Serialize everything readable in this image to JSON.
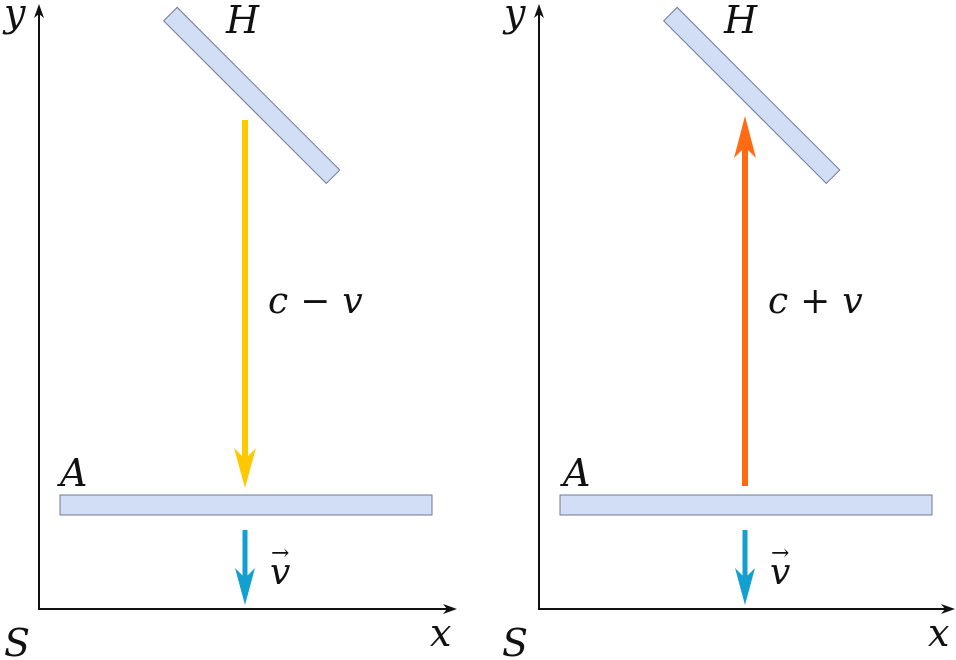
{
  "colors": {
    "axis": "#111111",
    "mirror_fill": "#d2def5",
    "mirror_stroke": "#6c7a99",
    "beam_down": "#ffc800",
    "beam_up": "#ff6a12",
    "velocity": "#139fd0"
  },
  "panels": [
    {
      "axis_y": "y",
      "axis_x": "x",
      "frame": "S",
      "mirror_top": "H",
      "mirror_bottom": "A",
      "beam_direction": "down",
      "beam_label": {
        "a": "c",
        "op": "−",
        "b": "v"
      },
      "velocity": {
        "letter": "v",
        "arrow": "→"
      }
    },
    {
      "axis_y": "y",
      "axis_x": "x",
      "frame": "S",
      "mirror_top": "H",
      "mirror_bottom": "A",
      "beam_direction": "up",
      "beam_label": {
        "a": "c",
        "op": "+",
        "b": "v"
      },
      "velocity": {
        "letter": "v",
        "arrow": "→"
      }
    }
  ]
}
